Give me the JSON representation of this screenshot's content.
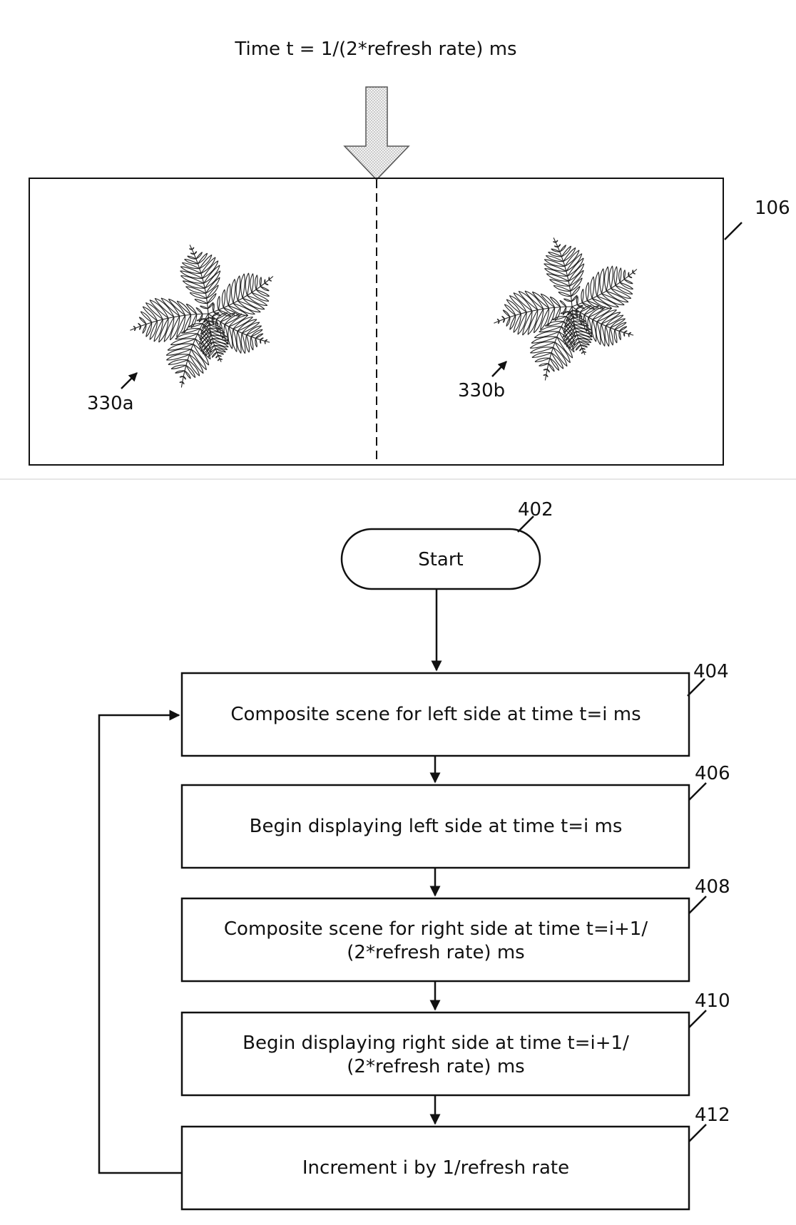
{
  "figure_top": {
    "time_caption": "Time t = 1/(2*refresh rate) ms",
    "display_ref": "106",
    "left_image_ref": "330a",
    "right_image_ref": "330b"
  },
  "flowchart": {
    "start": {
      "label": "Start",
      "ref": "402"
    },
    "steps": [
      {
        "ref": "404",
        "lines": [
          "Composite scene for left side at time t=i ms"
        ]
      },
      {
        "ref": "406",
        "lines": [
          "Begin displaying left side at time t=i ms"
        ]
      },
      {
        "ref": "408",
        "lines": [
          "Composite scene for right side at time t=i+1/",
          "(2*refresh rate) ms"
        ]
      },
      {
        "ref": "410",
        "lines": [
          "Begin displaying right side at time t=i+1/",
          "(2*refresh rate) ms"
        ]
      },
      {
        "ref": "412",
        "lines": [
          "Increment i by 1/refresh rate"
        ]
      }
    ]
  }
}
